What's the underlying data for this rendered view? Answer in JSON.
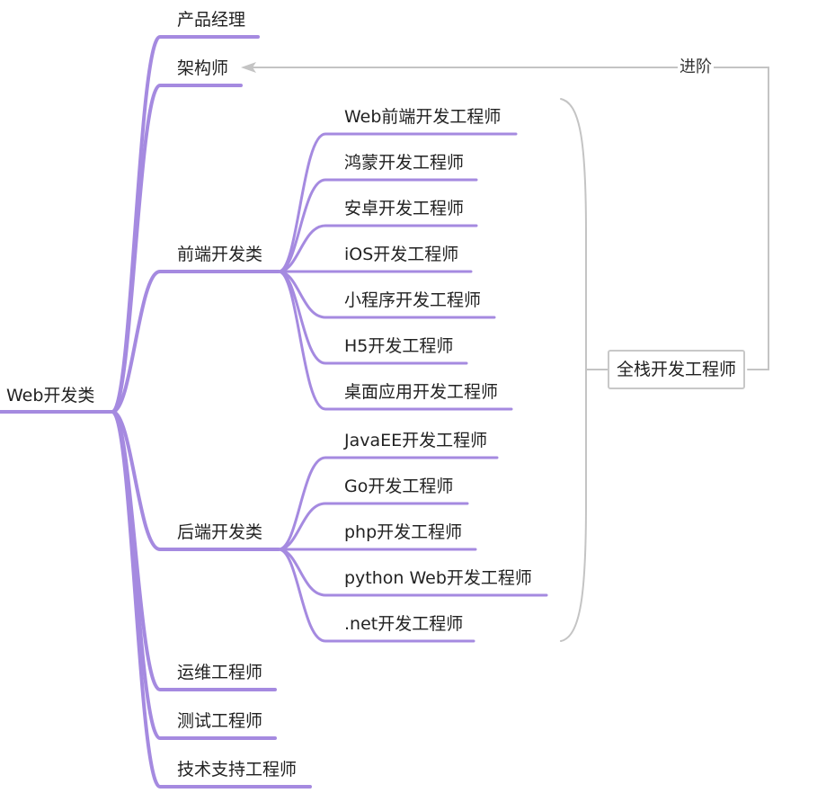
{
  "mindmap": {
    "root": {
      "label": "Web开发类"
    },
    "branches": [
      {
        "label": "产品经理"
      },
      {
        "label": "架构师"
      },
      {
        "label": "前端开发类",
        "children": [
          {
            "label": "Web前端开发工程师"
          },
          {
            "label": "鸿蒙开发工程师"
          },
          {
            "label": "安卓开发工程师"
          },
          {
            "label": "iOS开发工程师"
          },
          {
            "label": "小程序开发工程师"
          },
          {
            "label": "H5开发工程师"
          },
          {
            "label": "桌面应用开发工程师"
          }
        ]
      },
      {
        "label": "后端开发类",
        "children": [
          {
            "label": "JavaEE开发工程师"
          },
          {
            "label": "Go开发工程师"
          },
          {
            "label": "php开发工程师"
          },
          {
            "label": "python Web开发工程师"
          },
          {
            "label": ".net开发工程师"
          }
        ]
      },
      {
        "label": "运维工程师"
      },
      {
        "label": "测试工程师"
      },
      {
        "label": "技术支持工程师"
      }
    ],
    "summary": {
      "label": "全栈开发工程师"
    },
    "relation": {
      "label": "进阶"
    }
  },
  "colors": {
    "branch": "#a58ae0",
    "relation": "#c4c4c4",
    "text": "#222222"
  }
}
